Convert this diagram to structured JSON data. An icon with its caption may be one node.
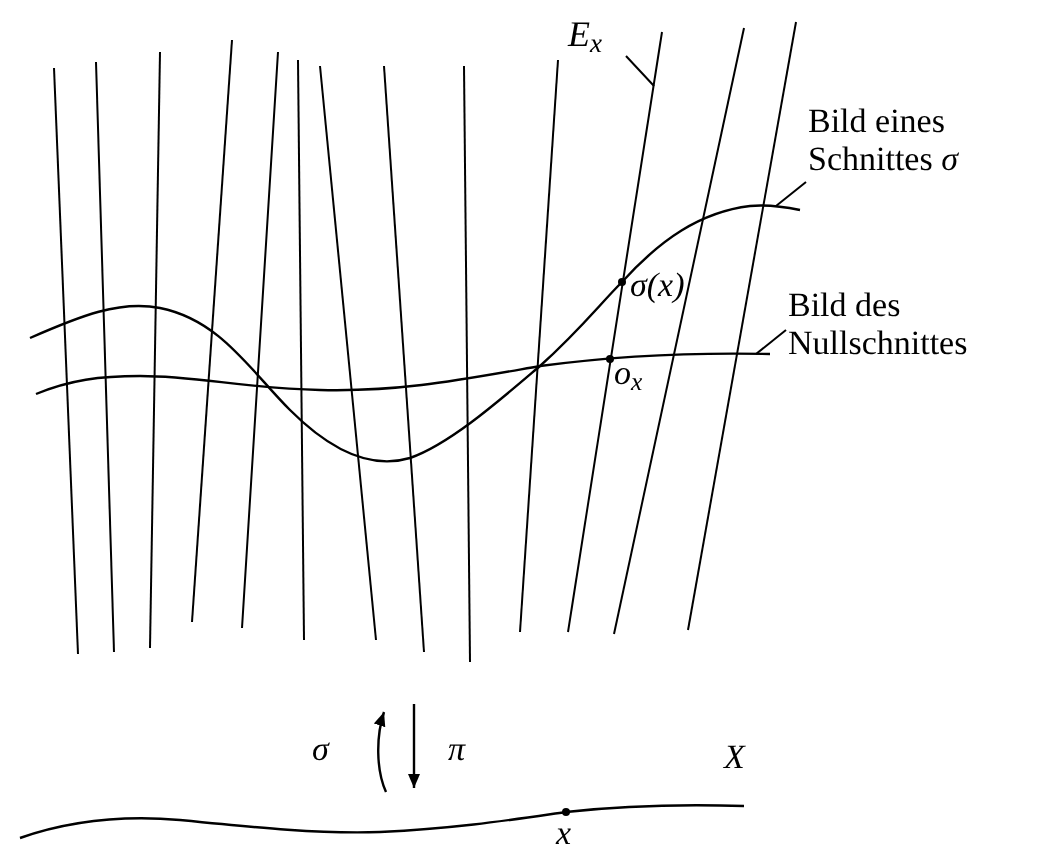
{
  "diagram": {
    "nodes": [
      {
        "text": [
          "E$_{x}$"
        ]
      },
      {
        "text": [
          "Bild eines Schnittes *σ*"
        ]
      },
      {
        "text": [
          "Bild des Nullschnittes"
        ]
      }
    ],
    "edges": [
      {
        "from": 0,
        "to": null,
        "arrow": "none"
      },
      {
        "from": 1,
        "to": null,
        "arrow": "none"
      },
      {
        "from": 2,
        "to": null,
        "arrow": "none"
      }
    ],
    "labels": [
      "σ(x)",
      "o$_{x}$",
      "σ",
      "π",
      "X",
      "x"
    ]
  }
}
